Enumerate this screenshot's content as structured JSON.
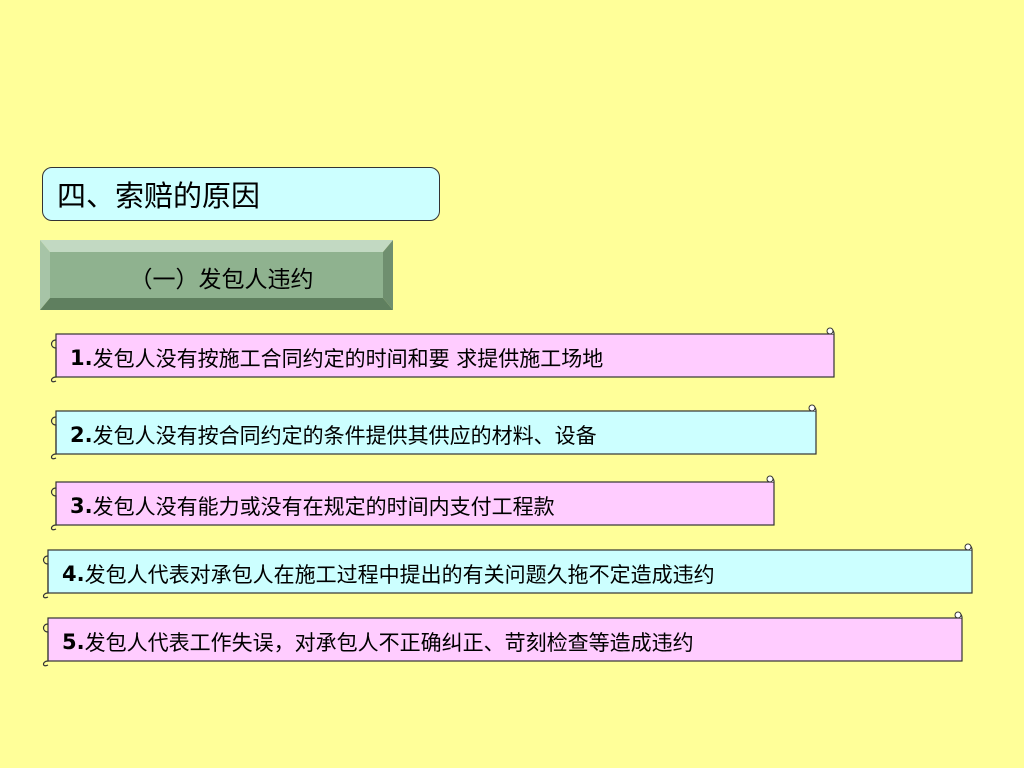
{
  "slide": {
    "heading": "四、索赔的原因",
    "subheading": "（一）发包人违约",
    "items": [
      {
        "num": "1.",
        "text": "发包人没有按施工合同约定的时间和要 求提供施工场地",
        "fill": "#ffccff"
      },
      {
        "num": "2.",
        "text": "发包人没有按合同约定的条件提供其供应的材料、设备",
        "fill": "#ccffff"
      },
      {
        "num": "3.",
        "text": "发包人没有能力或没有在规定的时间内支付工程款",
        "fill": "#ffccff"
      },
      {
        "num": "4.",
        "text": "发包人代表对承包人在施工过程中提出的有关问题久拖不定造成违约",
        "fill": "#ccffff"
      },
      {
        "num": "5.",
        "text": "发包人代表工作失误，对承包人不正确纠正、苛刻检查等造成违约",
        "fill": "#ffccff"
      }
    ]
  }
}
